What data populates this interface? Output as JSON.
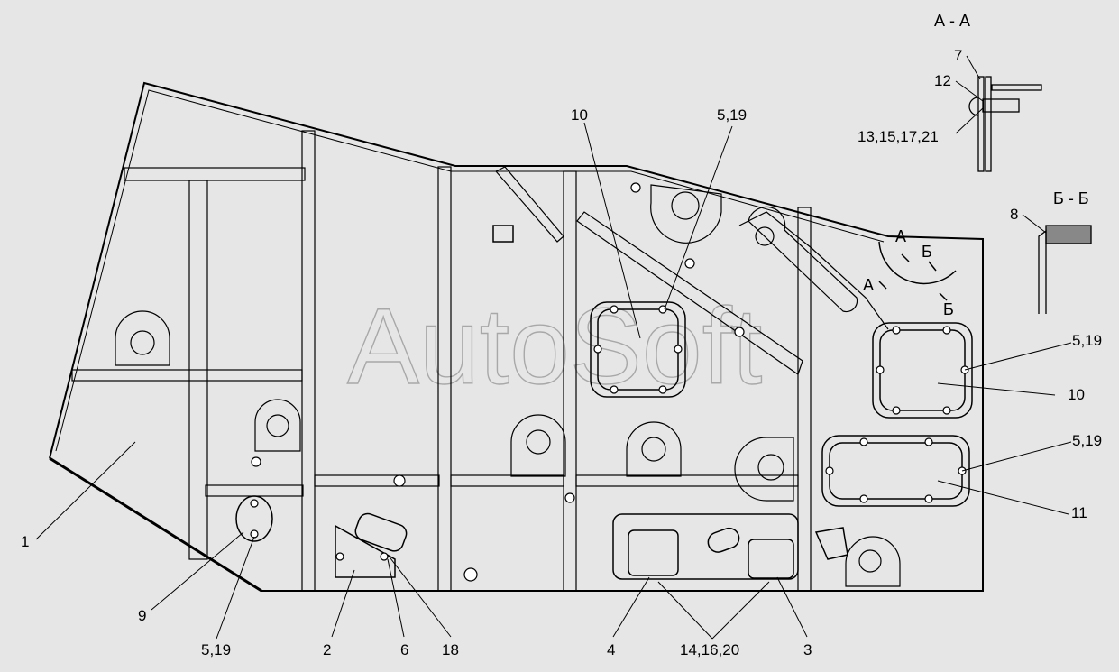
{
  "drawing": {
    "watermark": "AutoSoft",
    "background": "#e6e6e6",
    "line_color": "#000000",
    "callouts": [
      {
        "id": "c1",
        "text": "1"
      },
      {
        "id": "c2",
        "text": "2"
      },
      {
        "id": "c3",
        "text": "3"
      },
      {
        "id": "c4",
        "text": "4"
      },
      {
        "id": "c519a",
        "text": "5,19"
      },
      {
        "id": "c519b",
        "text": "5,19"
      },
      {
        "id": "c519c",
        "text": "5,19"
      },
      {
        "id": "c519d",
        "text": "5,19"
      },
      {
        "id": "c6",
        "text": "6"
      },
      {
        "id": "c7",
        "text": "7"
      },
      {
        "id": "c8",
        "text": "8"
      },
      {
        "id": "c9",
        "text": "9"
      },
      {
        "id": "c10a",
        "text": "10"
      },
      {
        "id": "c10b",
        "text": "10"
      },
      {
        "id": "c11",
        "text": "11"
      },
      {
        "id": "c12",
        "text": "12"
      },
      {
        "id": "c13",
        "text": "13,15,17,21"
      },
      {
        "id": "c14",
        "text": "14,16,20"
      },
      {
        "id": "c18",
        "text": "18"
      }
    ],
    "section_titles": {
      "aa": "А - А",
      "bb": "Б - Б"
    },
    "section_marks": {
      "a1": "А",
      "a2": "А",
      "b1": "Б",
      "b2": "Б"
    }
  }
}
